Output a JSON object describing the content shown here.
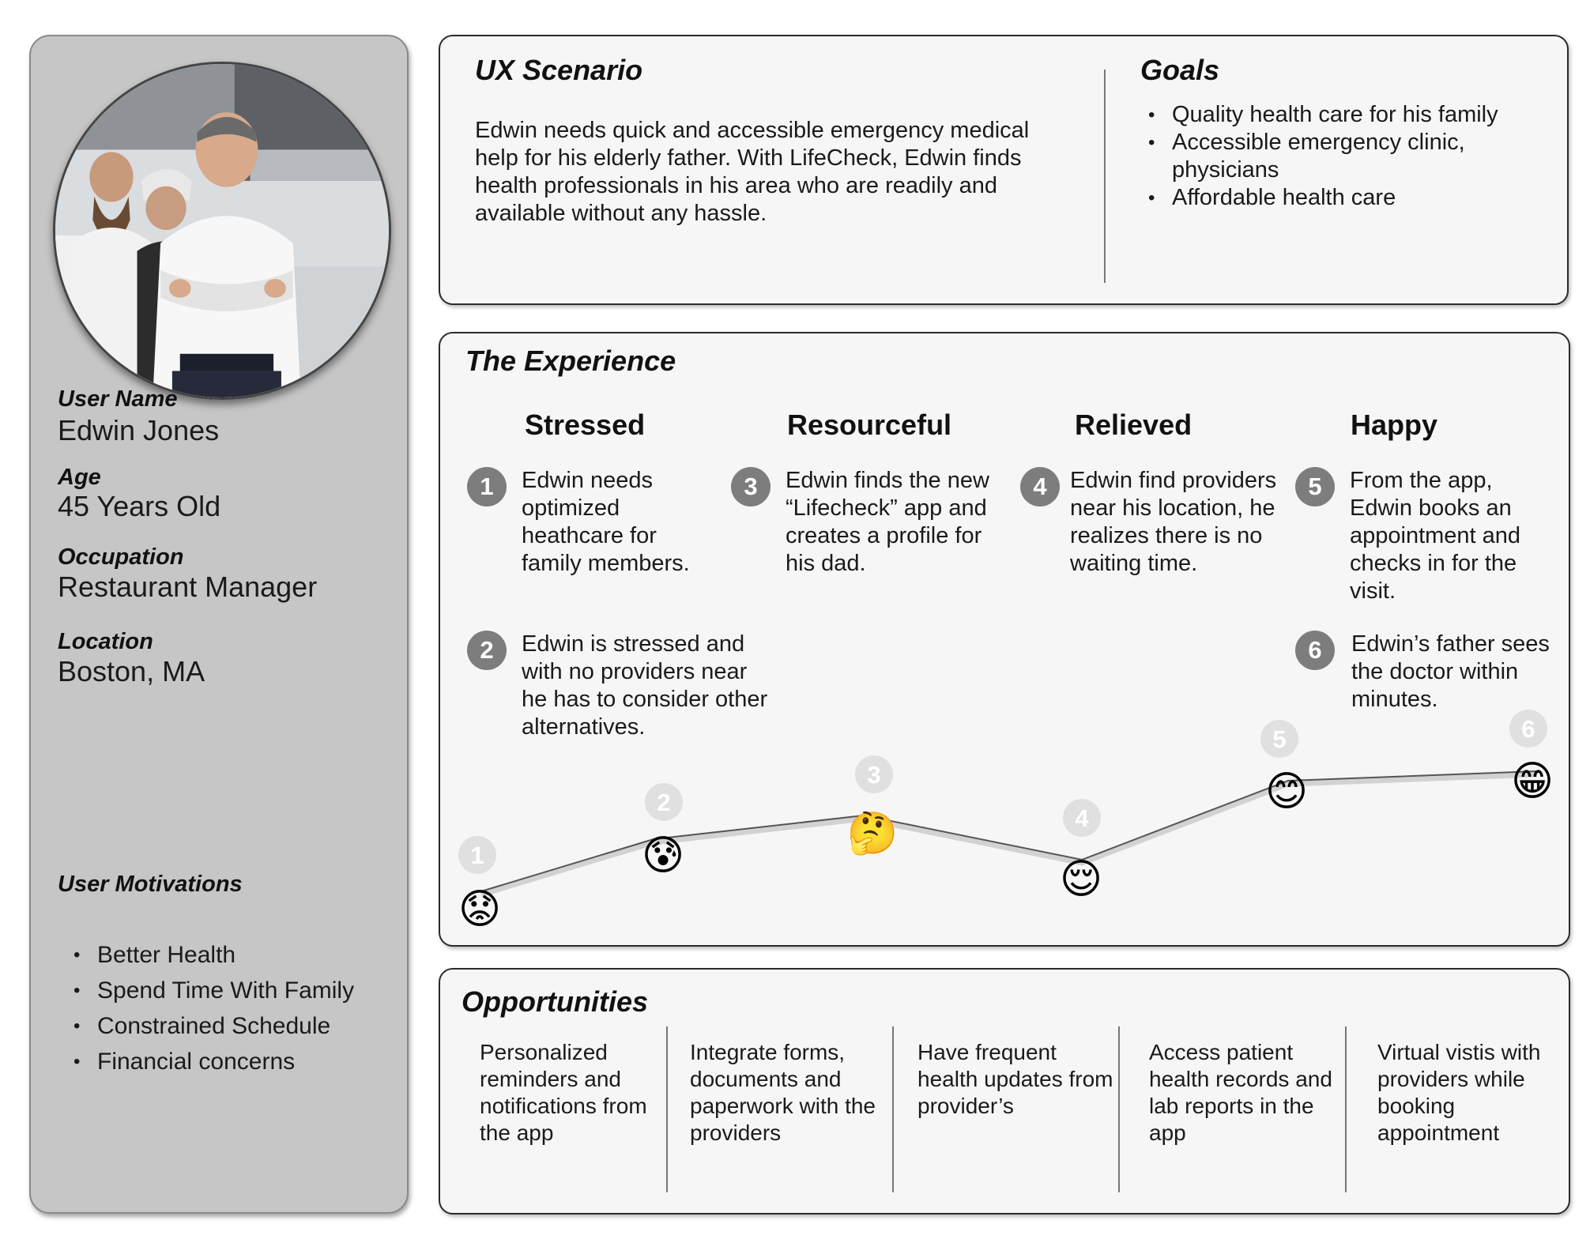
{
  "persona": {
    "labels": {
      "user_name": "User Name",
      "age": "Age",
      "occupation": "Occupation",
      "location": "Location",
      "motivations": "User Motivations"
    },
    "values": {
      "user_name": "Edwin Jones",
      "age": "45 Years Old",
      "occupation": "Restaurant Manager",
      "location": "Boston, MA"
    },
    "motivations": [
      "Better Health",
      "Spend Time With Family",
      "Constrained Schedule",
      "Financial concerns"
    ]
  },
  "scenario": {
    "title": "UX Scenario",
    "text": "Edwin needs quick and accessible emergency medical help for his elderly father. With LifeCheck, Edwin finds health professionals in his area who are readily and available without any hassle."
  },
  "goals": {
    "title": "Goals",
    "items": [
      "Quality health care for his family",
      "Accessible emergency clinic, physicians",
      "Affordable health care"
    ]
  },
  "experience": {
    "title": "The Experience",
    "stages": [
      "Stressed",
      "Resourceful",
      "Relieved",
      "Happy"
    ],
    "steps": [
      {
        "num": "1",
        "text": "Edwin needs optimized heathcare for family members."
      },
      {
        "num": "2",
        "text": "Edwin is stressed  and with no providers near he has to consider other alternatives."
      },
      {
        "num": "3",
        "text": "Edwin finds the new “Lifecheck” app and creates a profile for his dad."
      },
      {
        "num": "4",
        "text": "Edwin find providers near his location, he realizes there is no waiting time."
      },
      {
        "num": "5",
        "text": "From the app, Edwin books an appointment and checks in for the visit."
      },
      {
        "num": "6",
        "text": "Edwin’s father sees the doctor within minutes."
      }
    ],
    "journey": [
      {
        "num": "1",
        "emoji": "😟"
      },
      {
        "num": "2",
        "emoji": "😰"
      },
      {
        "num": "3",
        "emoji": "🤔"
      },
      {
        "num": "4",
        "emoji": "😌"
      },
      {
        "num": "5",
        "emoji": "😊"
      },
      {
        "num": "6",
        "emoji": "😁"
      }
    ]
  },
  "opportunities": {
    "title": "Opportunities",
    "items": [
      "Personalized reminders and notifications from the app",
      "Integrate forms, documents and paperwork with the providers",
      "Have frequent health updates from provider’s",
      "Access patient health records and lab reports in the app",
      "Virtual vistis with providers while booking appointment"
    ]
  },
  "colors": {
    "sidebar_bg": "#c6c6c6",
    "panel_bg": "#f6f6f6",
    "badge": "#7d7d7d",
    "journey_badge": "#e0e0e0"
  }
}
